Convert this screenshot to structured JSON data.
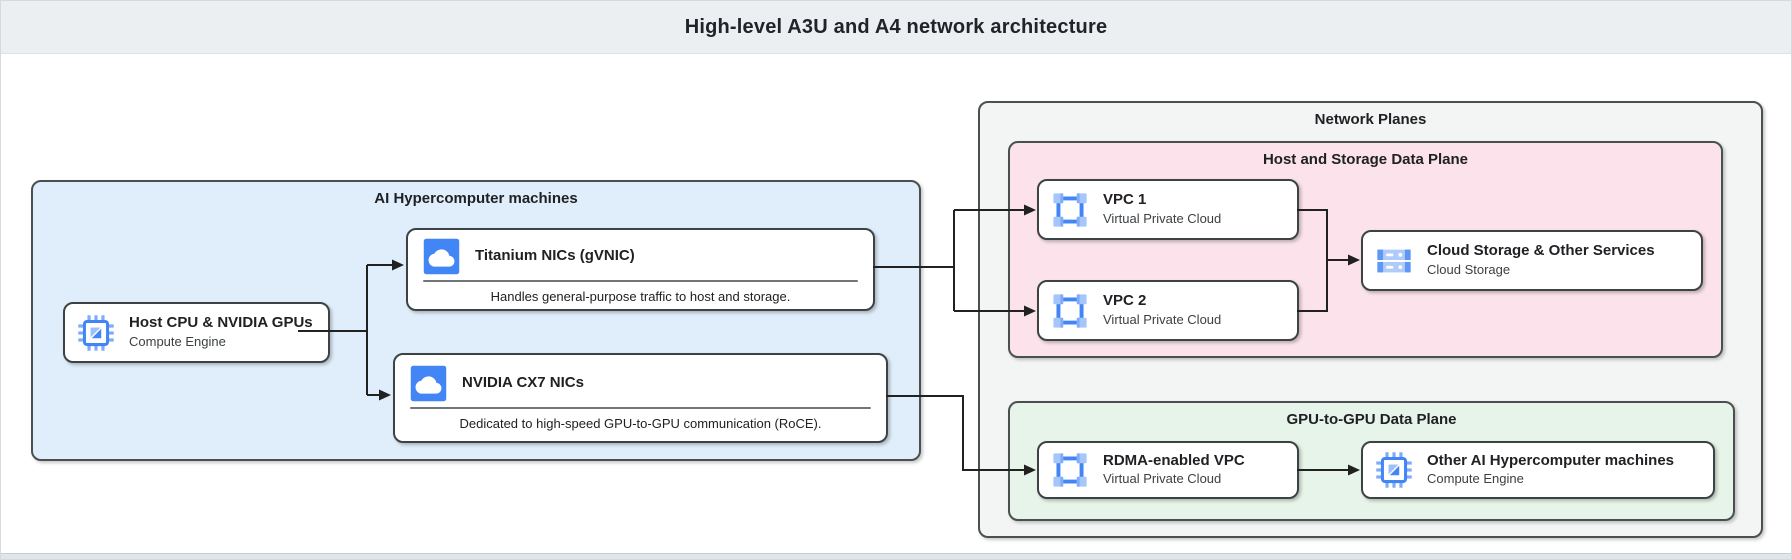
{
  "header": {
    "title": "High-level A3U and A4 network architecture"
  },
  "containers": {
    "ai_machines": {
      "label": "AI Hypercomputer machines"
    },
    "network_planes": {
      "label": "Network Planes"
    },
    "host_storage_plane": {
      "label": "Host and Storage Data Plane"
    },
    "gpu_plane": {
      "label": "GPU-to-GPU Data Plane"
    }
  },
  "nodes": {
    "host_cpu": {
      "title": "Host CPU & NVIDIA GPUs",
      "subtitle": "Compute Engine",
      "icon": "compute-engine-icon"
    },
    "titanium_nics": {
      "title": "Titanium NICs (gVNIC)",
      "description": "Handles general-purpose traffic to host and storage.",
      "icon": "cloud-nic-icon"
    },
    "nvidia_cx7_nics": {
      "title": "NVIDIA CX7 NICs",
      "description": "Dedicated to high-speed GPU-to-GPU communication (RoCE).",
      "icon": "cloud-nic-icon"
    },
    "vpc1": {
      "title": "VPC 1",
      "subtitle": "Virtual Private Cloud",
      "icon": "vpc-icon"
    },
    "vpc2": {
      "title": "VPC 2",
      "subtitle": "Virtual Private Cloud",
      "icon": "vpc-icon"
    },
    "cloud_storage": {
      "title": "Cloud Storage & Other Services",
      "subtitle": "Cloud Storage",
      "icon": "cloud-storage-icon"
    },
    "rdma_vpc": {
      "title": "RDMA-enabled VPC",
      "subtitle": "Virtual Private Cloud",
      "icon": "vpc-icon"
    },
    "other_machines": {
      "title": "Other AI Hypercomputer machines",
      "subtitle": "Compute Engine",
      "icon": "compute-engine-icon"
    }
  },
  "colors": {
    "accent_blue": "#4285f4",
    "icon_light_blue": "#a6c5fa",
    "container_blue": "#e0eefb",
    "container_pink": "#fbe2eb",
    "container_green": "#e7f4e9",
    "container_gray": "#f3f4f4",
    "header_bg": "#eceff1",
    "connector_line": "#212121",
    "box_border": "#3d4345"
  }
}
